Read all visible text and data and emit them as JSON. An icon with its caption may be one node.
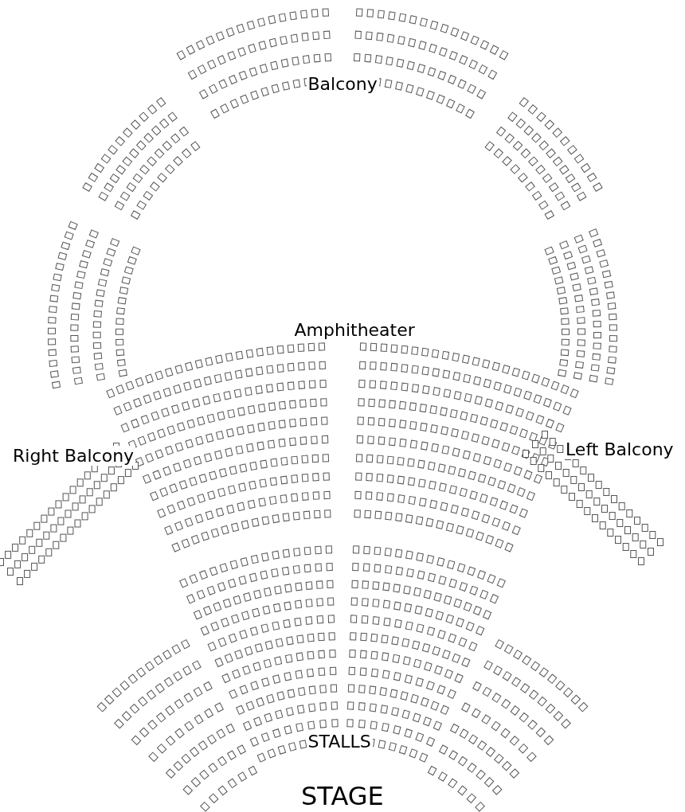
{
  "diagram": {
    "labels": [
      "Balcony",
      "Amphitheater",
      "Right Balcony",
      "Left Balcony",
      "STALLS",
      "STAGE"
    ]
  }
}
